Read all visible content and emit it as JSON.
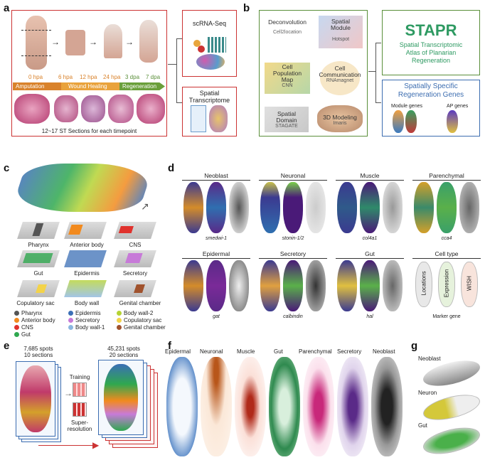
{
  "panel_a": {
    "label": "a",
    "timepoints": [
      "0 hpa",
      "6 hpa",
      "12 hpa",
      "24 hpa",
      "3 dpa",
      "7 dpa"
    ],
    "stages": [
      "Amputation",
      "Wound Healing",
      "Regeneration"
    ],
    "caption": "12~17 ST Sections for each timepoint",
    "box1_title": "scRNA-Seq",
    "box2_title": "Spatial\nTranscriptome"
  },
  "panel_b": {
    "label": "b",
    "modules": [
      {
        "title": "Deconvolution",
        "sub": "Cell2location"
      },
      {
        "title": "Spatial\nModule",
        "sub": "Hotspot"
      },
      {
        "title": "Cell\nPopulation\nMap",
        "sub": "CNN"
      },
      {
        "title": "Cell\nCommunication",
        "sub": "RNAmagnet"
      },
      {
        "title": "Spatial\nDomain",
        "sub": "STAGATE"
      },
      {
        "title": "3D Modeling",
        "sub": "Imaris"
      }
    ],
    "stapr_title": "STAPR",
    "stapr_sub": "Spatial Transcriptomic\nAtlas of Planarian\nRegeneration",
    "genes_title": "Spatially Specific\nRegeneration Genes",
    "module_genes": "Module genes",
    "ap_genes": "AP genes"
  },
  "panel_c": {
    "label": "c",
    "regions": [
      "Pharynx",
      "Anterior body",
      "CNS",
      "Gut",
      "Epidermis",
      "Secretory",
      "Copulatory sac",
      "Body wall",
      "Genital chamber"
    ],
    "legend": [
      {
        "name": "Pharynx",
        "color": "#555555"
      },
      {
        "name": "Epidermis",
        "color": "#3b6fb6"
      },
      {
        "name": "Body wall-2",
        "color": "#b5d334"
      },
      {
        "name": "Anterior body",
        "color": "#f28a1e"
      },
      {
        "name": "Secretory",
        "color": "#c77ad8"
      },
      {
        "name": "Copulatory sac",
        "color": "#f3d34a"
      },
      {
        "name": "CNS",
        "color": "#e0322d"
      },
      {
        "name": "Body wall-1",
        "color": "#8bb6e0"
      },
      {
        "name": "Genital chamber",
        "color": "#a0522d"
      },
      {
        "name": "Gut",
        "color": "#2fa84f"
      }
    ]
  },
  "panel_d": {
    "label": "d",
    "groups": [
      {
        "title": "Neoblast",
        "gene": "smedwi-1"
      },
      {
        "title": "Neuronal",
        "gene": "stonin-1/2"
      },
      {
        "title": "Muscle",
        "gene": "col4a1"
      },
      {
        "title": "Parenchymal",
        "gene": "cca4"
      },
      {
        "title": "Epidermal",
        "gene": "gat"
      },
      {
        "title": "Secretory",
        "gene": "calbindin"
      },
      {
        "title": "Gut",
        "gene": "hal"
      }
    ],
    "celltype_title": "Cell type",
    "celltype_items": [
      "Locations",
      "Expression",
      "WISH"
    ],
    "marker_gene": "Marker gene"
  },
  "panel_e": {
    "label": "e",
    "left_spots": "7,685 spots",
    "left_sections": "10 sections",
    "right_spots": "45,231 spots",
    "right_sections": "20 sections",
    "training": "Training",
    "superres": "Super-\nresolution"
  },
  "panel_f": {
    "label": "f",
    "types": [
      "Epidermal",
      "Neuronal",
      "Muscle",
      "Gut",
      "Parenchymal",
      "Secretory",
      "Neoblast"
    ]
  },
  "panel_g": {
    "label": "g",
    "items": [
      "Neoblast",
      "Neuron",
      "Gut"
    ]
  }
}
